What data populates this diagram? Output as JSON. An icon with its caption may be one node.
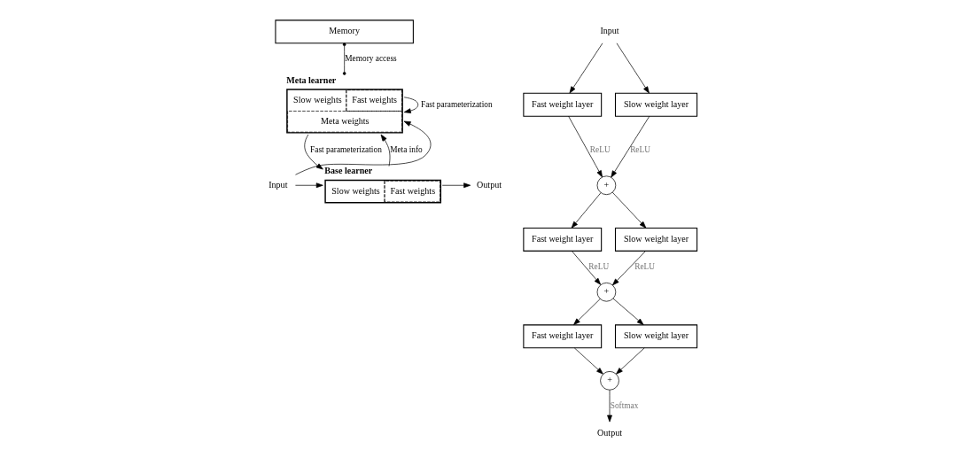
{
  "diagram": {
    "nodes": [
      {
        "text": [
          "Memory"
        ]
      },
      {
        "text": [
          "Meta learner",
          "Slow weights",
          "Fast weights",
          "Meta weights"
        ]
      },
      {
        "text": [
          "Base learner",
          "Slow weights",
          "Fast weights"
        ]
      },
      {
        "text": [
          "Input"
        ]
      },
      {
        "text": [
          "Output"
        ]
      },
      {
        "text": [
          "Input"
        ]
      },
      {
        "text": [
          "Fast weight layer"
        ]
      },
      {
        "text": [
          "Slow weight layer"
        ]
      },
      {
        "text": [
          "+"
        ]
      },
      {
        "text": [
          "Fast weight layer"
        ]
      },
      {
        "text": [
          "Slow weight layer"
        ]
      },
      {
        "text": [
          "+"
        ]
      },
      {
        "text": [
          "Fast weight layer"
        ]
      },
      {
        "text": [
          "Slow weight layer"
        ]
      },
      {
        "text": [
          "+"
        ]
      },
      {
        "text": [
          "Output"
        ]
      }
    ],
    "edges": [
      {
        "from": 0,
        "to": 1,
        "arrow": "other",
        "label": "Memory access"
      },
      {
        "from": 3,
        "to": 1,
        "arrow": "to"
      },
      {
        "from": 3,
        "to": 2,
        "arrow": "to"
      },
      {
        "from": 1,
        "to": 1,
        "arrow": "to",
        "label": "Fast parameterization"
      },
      {
        "from": 2,
        "to": 1,
        "arrow": "to",
        "label": "Meta info"
      },
      {
        "from": 1,
        "to": 2,
        "arrow": "to",
        "label": "Fast parameterization"
      },
      {
        "from": 2,
        "to": 4,
        "arrow": "to"
      },
      {
        "from": 5,
        "to": 6,
        "arrow": "to"
      },
      {
        "from": 5,
        "to": 7,
        "arrow": "to"
      },
      {
        "from": 6,
        "to": 8,
        "arrow": "to",
        "label": "ReLU"
      },
      {
        "from": 7,
        "to": 8,
        "arrow": "to",
        "label": "ReLU"
      },
      {
        "from": 8,
        "to": 9,
        "arrow": "to"
      },
      {
        "from": 8,
        "to": 10,
        "arrow": "to"
      },
      {
        "from": 9,
        "to": 11,
        "arrow": "to",
        "label": "ReLU"
      },
      {
        "from": 10,
        "to": 11,
        "arrow": "to",
        "label": "ReLU"
      },
      {
        "from": 11,
        "to": 12,
        "arrow": "to"
      },
      {
        "from": 11,
        "to": 13,
        "arrow": "to"
      },
      {
        "from": 12,
        "to": 14,
        "arrow": "to"
      },
      {
        "from": 13,
        "to": 14,
        "arrow": "to"
      },
      {
        "from": 14,
        "to": 15,
        "arrow": "to",
        "label": "Softmax"
      }
    ]
  }
}
